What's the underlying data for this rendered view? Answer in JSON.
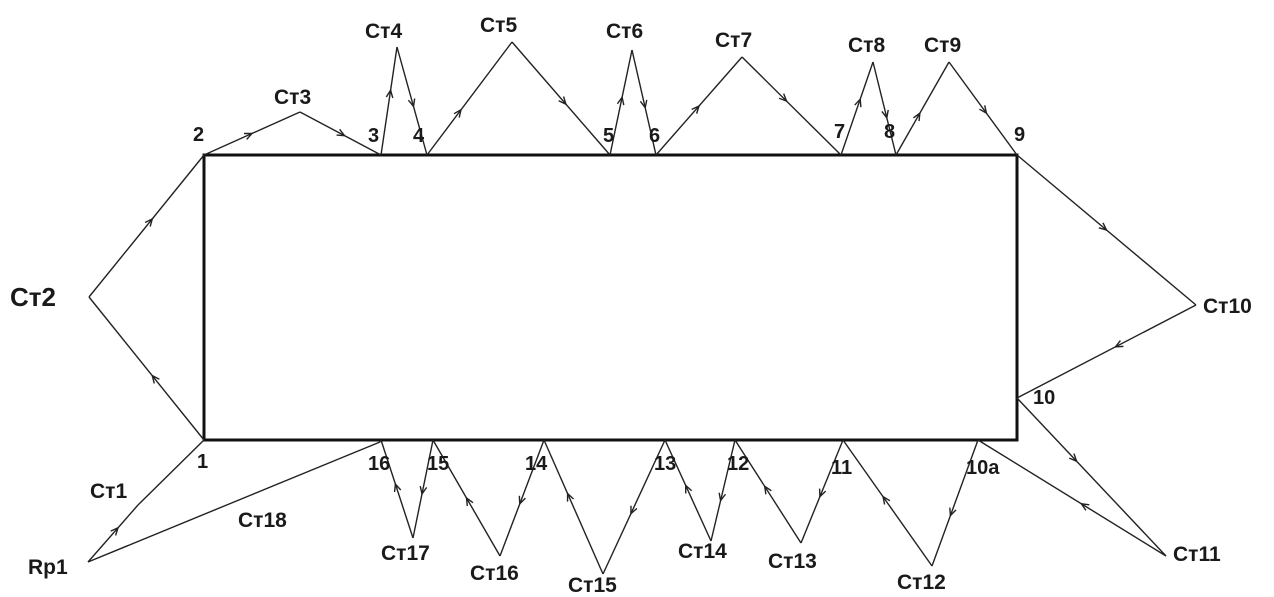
{
  "diagram": {
    "station_labels": {
      "rp1": "Rp1",
      "st1": "Ст1",
      "st2": "Ст2",
      "st3": "Ст3",
      "st4": "Ст4",
      "st5": "Ст5",
      "st6": "Ст6",
      "st7": "Ст7",
      "st8": "Ст8",
      "st9": "Ст9",
      "st10": "Ст10",
      "st11": "Ст11",
      "st12": "Ст12",
      "st13": "Ст13",
      "st14": "Ст14",
      "st15": "Ст15",
      "st16": "Ст16",
      "st17": "Ст17",
      "st18": "Ст18"
    },
    "point_labels": {
      "p1": "1",
      "p2": "2",
      "p3": "3",
      "p4": "4",
      "p5": "5",
      "p6": "6",
      "p7": "7",
      "p8": "8",
      "p9": "9",
      "p10": "10",
      "p10a": "10a",
      "p11": "11",
      "p12": "12",
      "p13": "13",
      "p14": "14",
      "p15": "15",
      "p16": "16"
    }
  }
}
